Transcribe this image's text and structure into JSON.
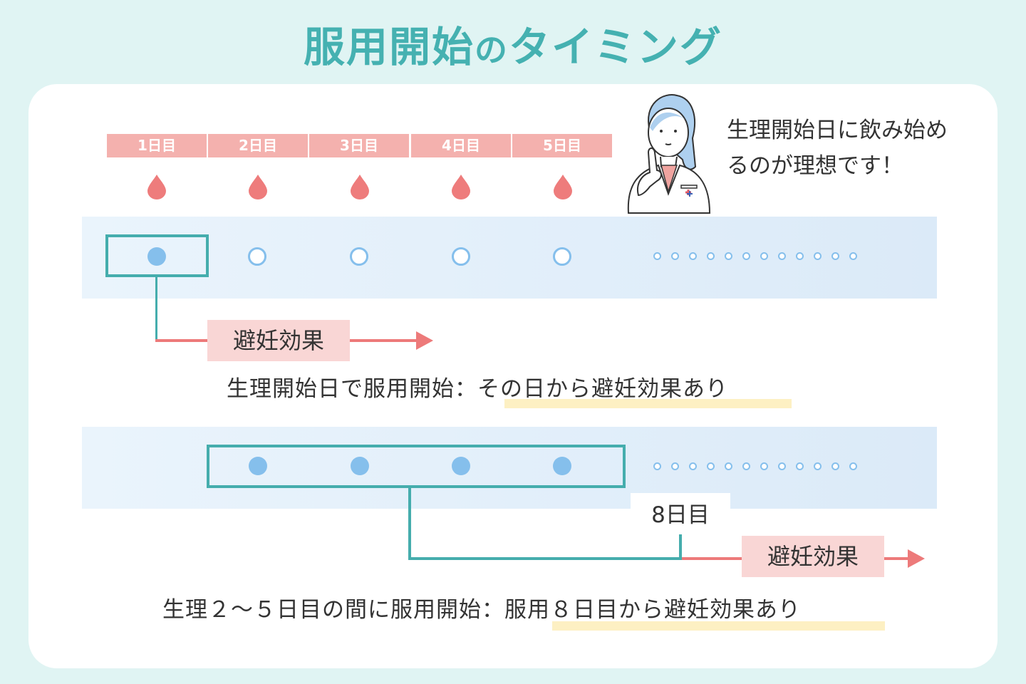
{
  "title": {
    "main": "服用開始",
    "particle": "の",
    "rest": "タイミング"
  },
  "day_labels": [
    "1日目",
    "2日目",
    "3日目",
    "4日目",
    "5日目"
  ],
  "doctor_speech": [
    "生理開始日に飲み始め",
    "るのが理想です！"
  ],
  "scenario1": {
    "filled_days": [
      1
    ],
    "empty_days": [
      2,
      3,
      4,
      5
    ],
    "effect_label": "避妊効果",
    "statement_prefix": "生理開始日で服用開始：",
    "statement_highlight": "その日から避妊効果あり"
  },
  "scenario2": {
    "filled_days": [
      2,
      3,
      4,
      5
    ],
    "day_marker": "8日目",
    "effect_label": "避妊効果",
    "statement_prefix": "生理２～５日目の間に服用開始：",
    "statement_highlight": "服用８日目から避妊効果あり"
  },
  "colors": {
    "teal": "#45adad",
    "pink": "#f4b1ae",
    "drop": "#ee7c7c",
    "pill": "#85bfec",
    "highlight": "#fdf0c3"
  }
}
